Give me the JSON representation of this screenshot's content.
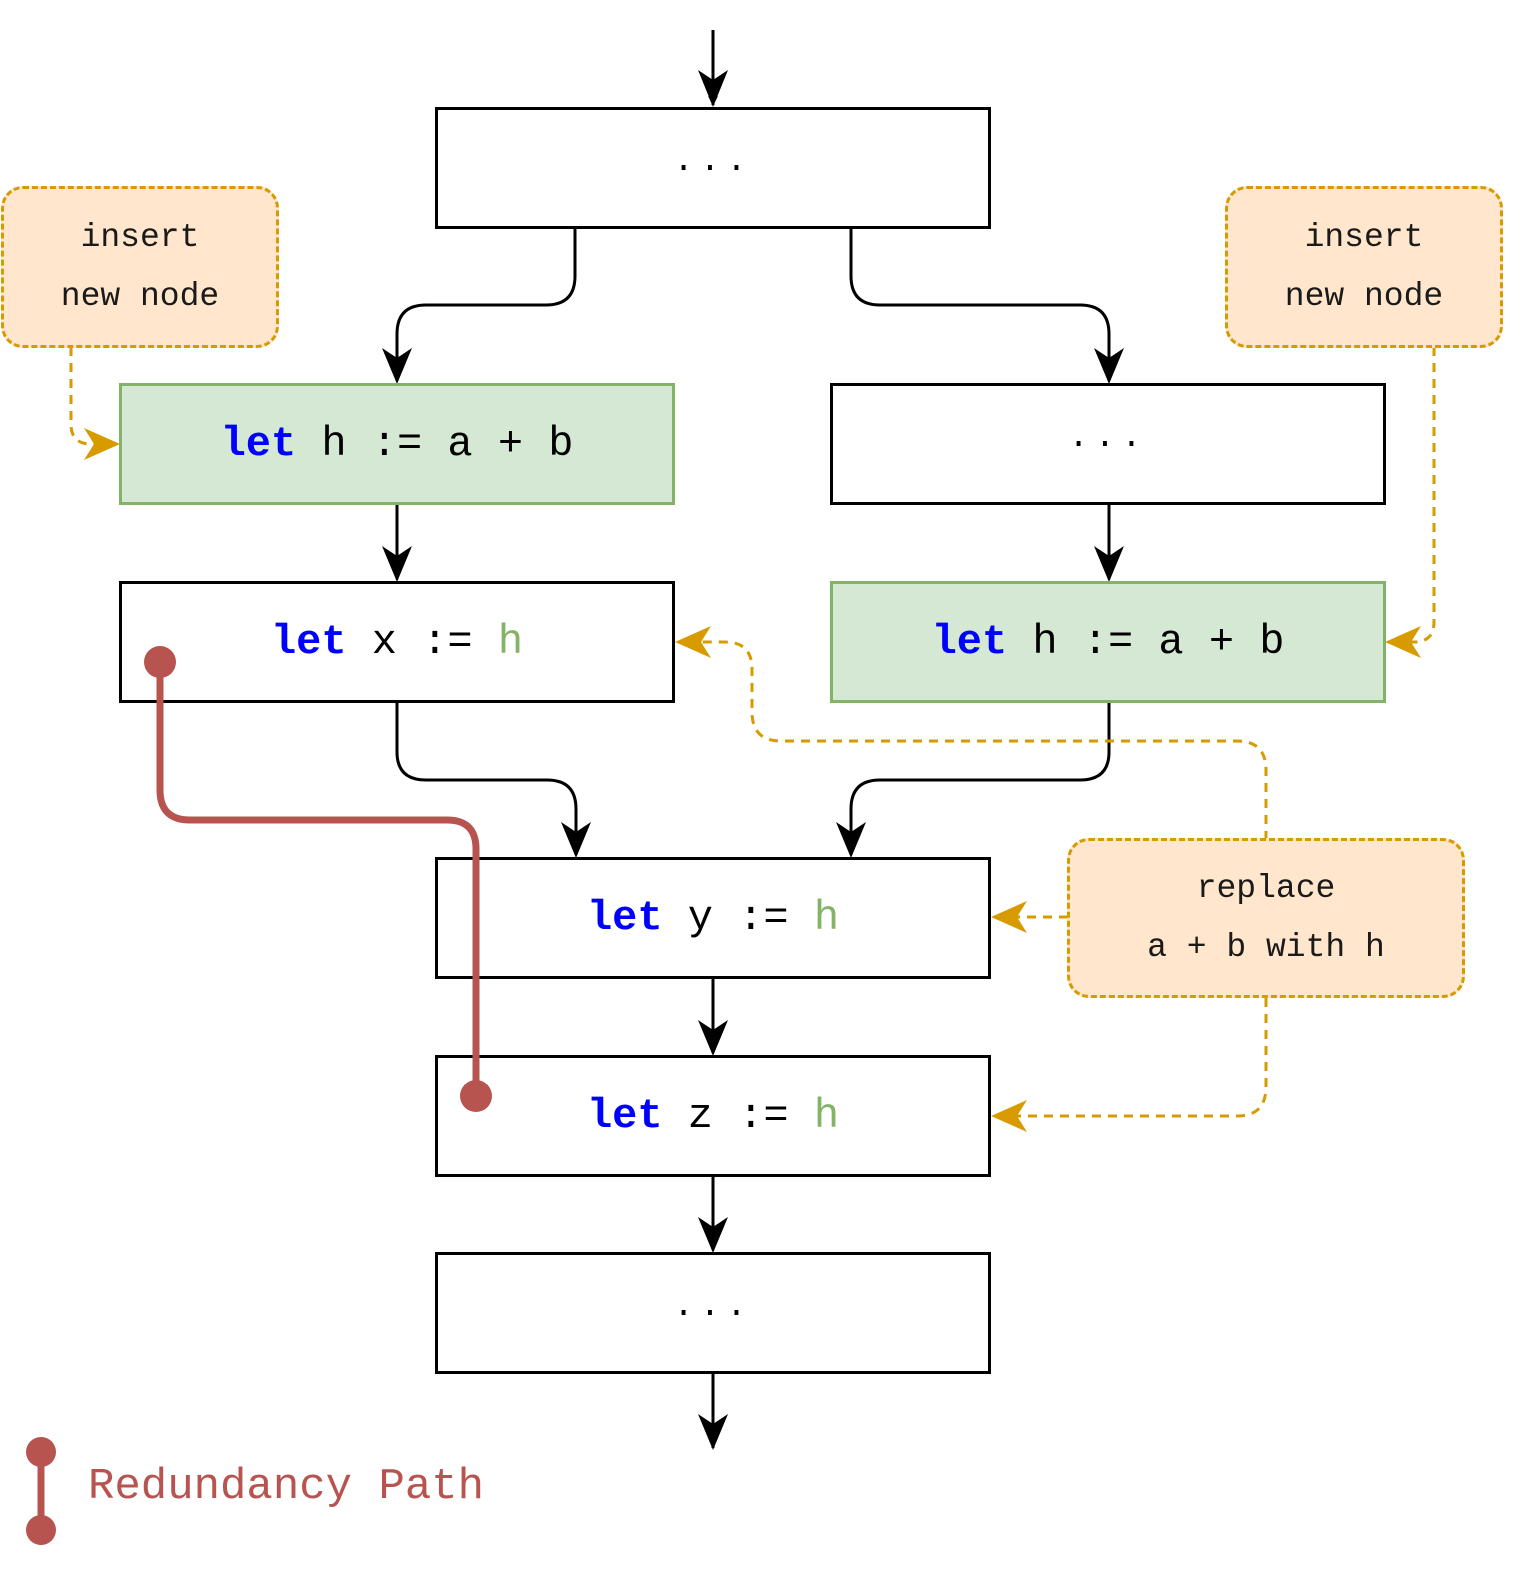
{
  "colors": {
    "keyword": "#0000ff",
    "variable": "#82b366",
    "inserted_fill": "#d5e8d4",
    "inserted_border": "#82b366",
    "note_fill": "#ffe6cc",
    "note_border": "#d79b00",
    "redundancy_path": "#b85450"
  },
  "nodes": {
    "top": {
      "text": "..."
    },
    "left_insert": {
      "keyword": "let",
      "rest": " h := a + b"
    },
    "right_mid": {
      "text": "..."
    },
    "x_assign": {
      "keyword": "let",
      "middle": " x := ",
      "var": "h"
    },
    "right_insert": {
      "keyword": "let",
      "rest": " h := a + b"
    },
    "y_assign": {
      "keyword": "let",
      "middle": " y := ",
      "var": "h"
    },
    "z_assign": {
      "keyword": "let",
      "middle": " z := ",
      "var": "h"
    },
    "bottom": {
      "text": "..."
    }
  },
  "notes": {
    "insert_left": {
      "line1": "insert",
      "line2": "new node"
    },
    "insert_right": {
      "line1": "insert",
      "line2": "new node"
    },
    "replace": {
      "line1": "replace",
      "line2": "a + b with h"
    }
  },
  "legend": {
    "label": "Redundancy Path"
  }
}
